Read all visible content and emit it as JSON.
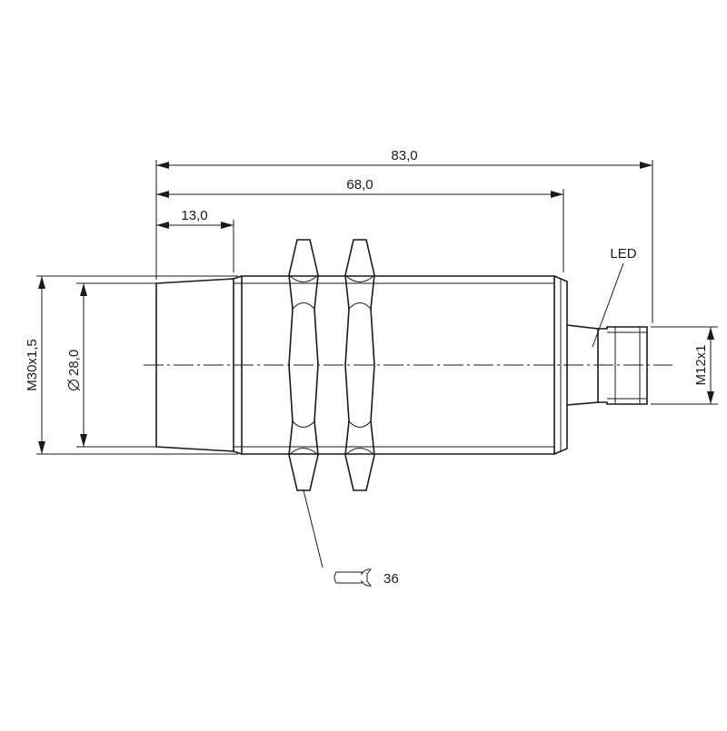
{
  "dimensions": {
    "overall_length": "83,0",
    "housing_length": "68,0",
    "sensing_face_length": "13,0",
    "thread": "M30x1,5",
    "face_diameter": "28,0",
    "connector_thread": "M12x1",
    "wrench_size": "36"
  },
  "labels": {
    "led": "LED"
  },
  "icons": {
    "diameter_symbol": "diameter-icon",
    "wrench_symbol": "wrench-icon"
  }
}
